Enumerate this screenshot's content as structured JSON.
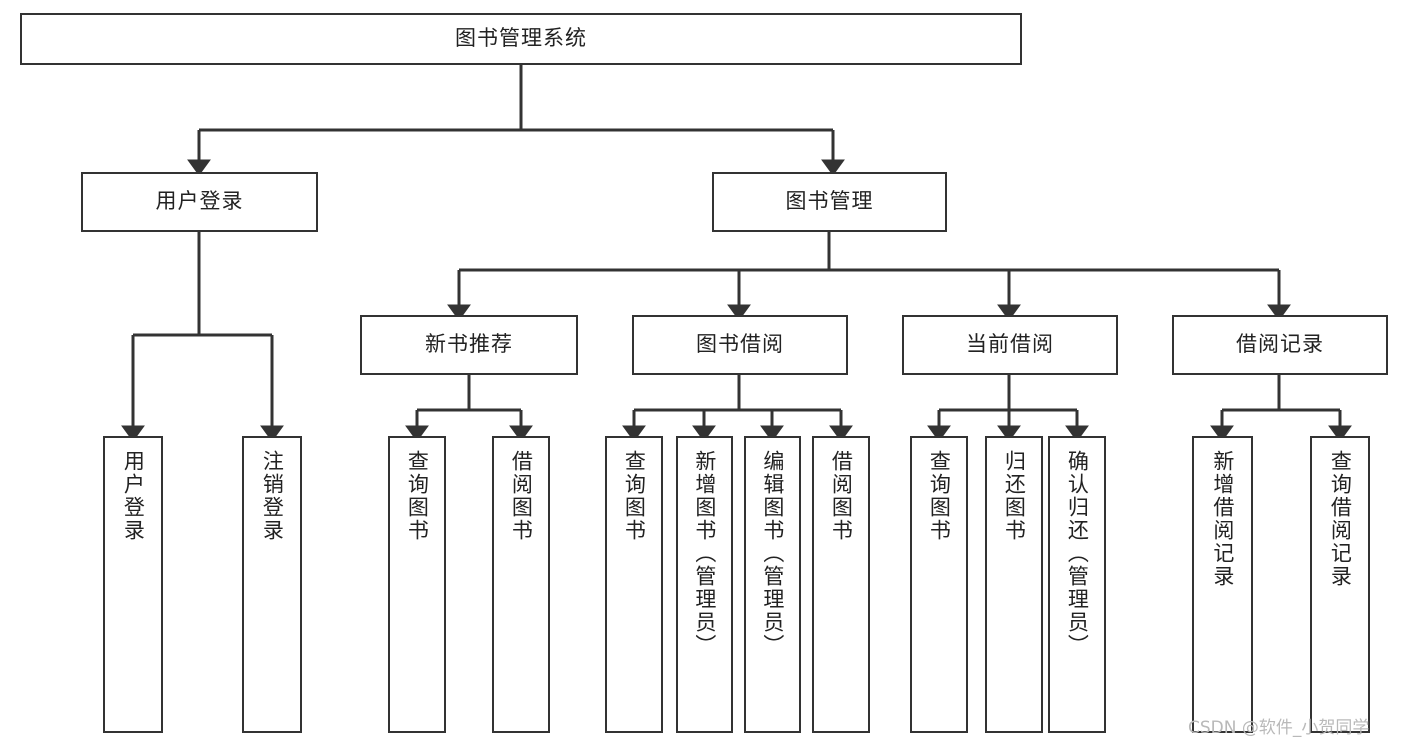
{
  "diagram": {
    "type": "tree-hierarchy",
    "title": "图书管理系统",
    "watermark": "CSDN @软件_小贺同学",
    "colors": {
      "stroke": "#333333",
      "background": "#ffffff",
      "text": "#222222",
      "watermark": "#b9b9b9"
    },
    "levels": {
      "root": {
        "label": "图书管理系统"
      },
      "level2": [
        {
          "id": "user-login",
          "label": "用户登录"
        },
        {
          "id": "book-manage",
          "label": "图书管理"
        }
      ],
      "level3": [
        {
          "id": "new-book-recommend",
          "label": "新书推荐",
          "parent": "book-manage"
        },
        {
          "id": "book-borrow",
          "label": "图书借阅",
          "parent": "book-manage"
        },
        {
          "id": "current-borrow",
          "label": "当前借阅",
          "parent": "book-manage"
        },
        {
          "id": "borrow-record",
          "label": "借阅记录",
          "parent": "book-manage"
        }
      ],
      "leaves": [
        {
          "id": "leaf-user-login",
          "label": "用户登录",
          "parent": "user-login"
        },
        {
          "id": "leaf-user-logout",
          "label": "注销登录",
          "parent": "user-login"
        },
        {
          "id": "leaf-query-book-1",
          "label": "查询图书",
          "parent": "new-book-recommend"
        },
        {
          "id": "leaf-borrow-book-1",
          "label": "借阅图书",
          "parent": "new-book-recommend"
        },
        {
          "id": "leaf-query-book-2",
          "label": "查询图书",
          "parent": "book-borrow"
        },
        {
          "id": "leaf-add-book",
          "label": "新增图书（管理员）",
          "parent": "book-borrow"
        },
        {
          "id": "leaf-edit-book",
          "label": "编辑图书（管理员）",
          "parent": "book-borrow"
        },
        {
          "id": "leaf-borrow-book-2",
          "label": "借阅图书",
          "parent": "book-borrow"
        },
        {
          "id": "leaf-query-book-3",
          "label": "查询图书",
          "parent": "current-borrow"
        },
        {
          "id": "leaf-return-book",
          "label": "归还图书",
          "parent": "current-borrow"
        },
        {
          "id": "leaf-confirm-return",
          "label": "确认归还（管理员）",
          "parent": "current-borrow"
        },
        {
          "id": "leaf-add-record",
          "label": "新增借阅记录",
          "parent": "borrow-record"
        },
        {
          "id": "leaf-query-record",
          "label": "查询借阅记录",
          "parent": "borrow-record"
        }
      ]
    }
  }
}
